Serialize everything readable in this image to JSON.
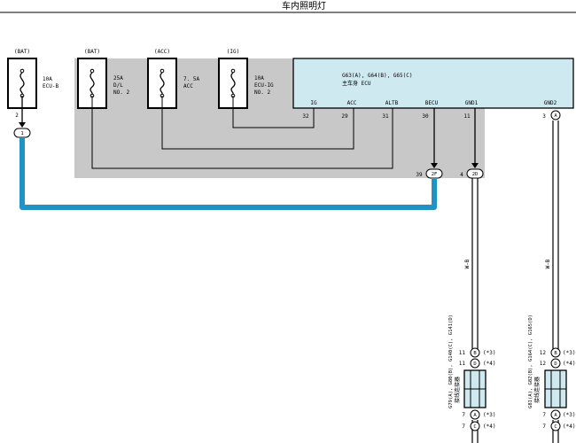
{
  "title": "车内照明灯",
  "colors": {
    "harness_shade": "#c8c8c8",
    "ecu_fill": "#cfe9f0",
    "connector_fill": "#cfe9f0",
    "highlight_wire": "#1f93c6",
    "line": "#000000"
  },
  "fuses": [
    {
      "source": "(BAT)",
      "name_lines": [
        "10A",
        "ECU-B"
      ]
    },
    {
      "source": "(BAT)",
      "name_lines": [
        "25A",
        "D/L",
        "NO. 2"
      ]
    },
    {
      "source": "(ACC)",
      "name_lines": [
        "7. 5A",
        "ACC"
      ]
    },
    {
      "source": "(IG)",
      "name_lines": [
        "10A",
        "ECU-IG",
        "NO. 2"
      ]
    }
  ],
  "fuse_out_pin": "2",
  "fuse_out_conn": "1",
  "ecu": {
    "connectors": "G63(A), G64(B), G65(C)",
    "name": "主车身 ECU",
    "pins": [
      {
        "name": "IG",
        "num": "32"
      },
      {
        "name": "ACC",
        "num": "29"
      },
      {
        "name": "ALTB",
        "num": "31"
      },
      {
        "name": "BECU",
        "num": "30"
      },
      {
        "name": "GND1",
        "num": "11"
      },
      {
        "name": "GND2",
        "num": "3",
        "conn": "A"
      }
    ]
  },
  "junctions": [
    {
      "num": "39",
      "conn": "2F"
    },
    {
      "num": "4",
      "conn": "2D"
    }
  ],
  "wire_colors": [
    "W-B",
    "W-B"
  ],
  "conn_left": {
    "name": "G79(A), G80(B), G140(C), G141(D)",
    "desc": "接线连接器",
    "pins": [
      {
        "num": "11",
        "conn": "B",
        "note": "(*3)"
      },
      {
        "num": "11",
        "conn": "D",
        "note": "(*4)"
      },
      {
        "num": "7",
        "conn": "A",
        "note": "(*3)"
      },
      {
        "num": "7",
        "conn": "C",
        "note": "(*4)"
      }
    ]
  },
  "conn_right": {
    "name": "G81(A), G82(B), G164(C), G165(D)",
    "desc": "接线连接器",
    "pins": [
      {
        "num": "12",
        "conn": "B",
        "note": "(*3)"
      },
      {
        "num": "12",
        "conn": "D",
        "note": "(*4)"
      },
      {
        "num": "7",
        "conn": "A",
        "note": "(*3)"
      },
      {
        "num": "7",
        "conn": "C",
        "note": "(*4)"
      }
    ]
  }
}
